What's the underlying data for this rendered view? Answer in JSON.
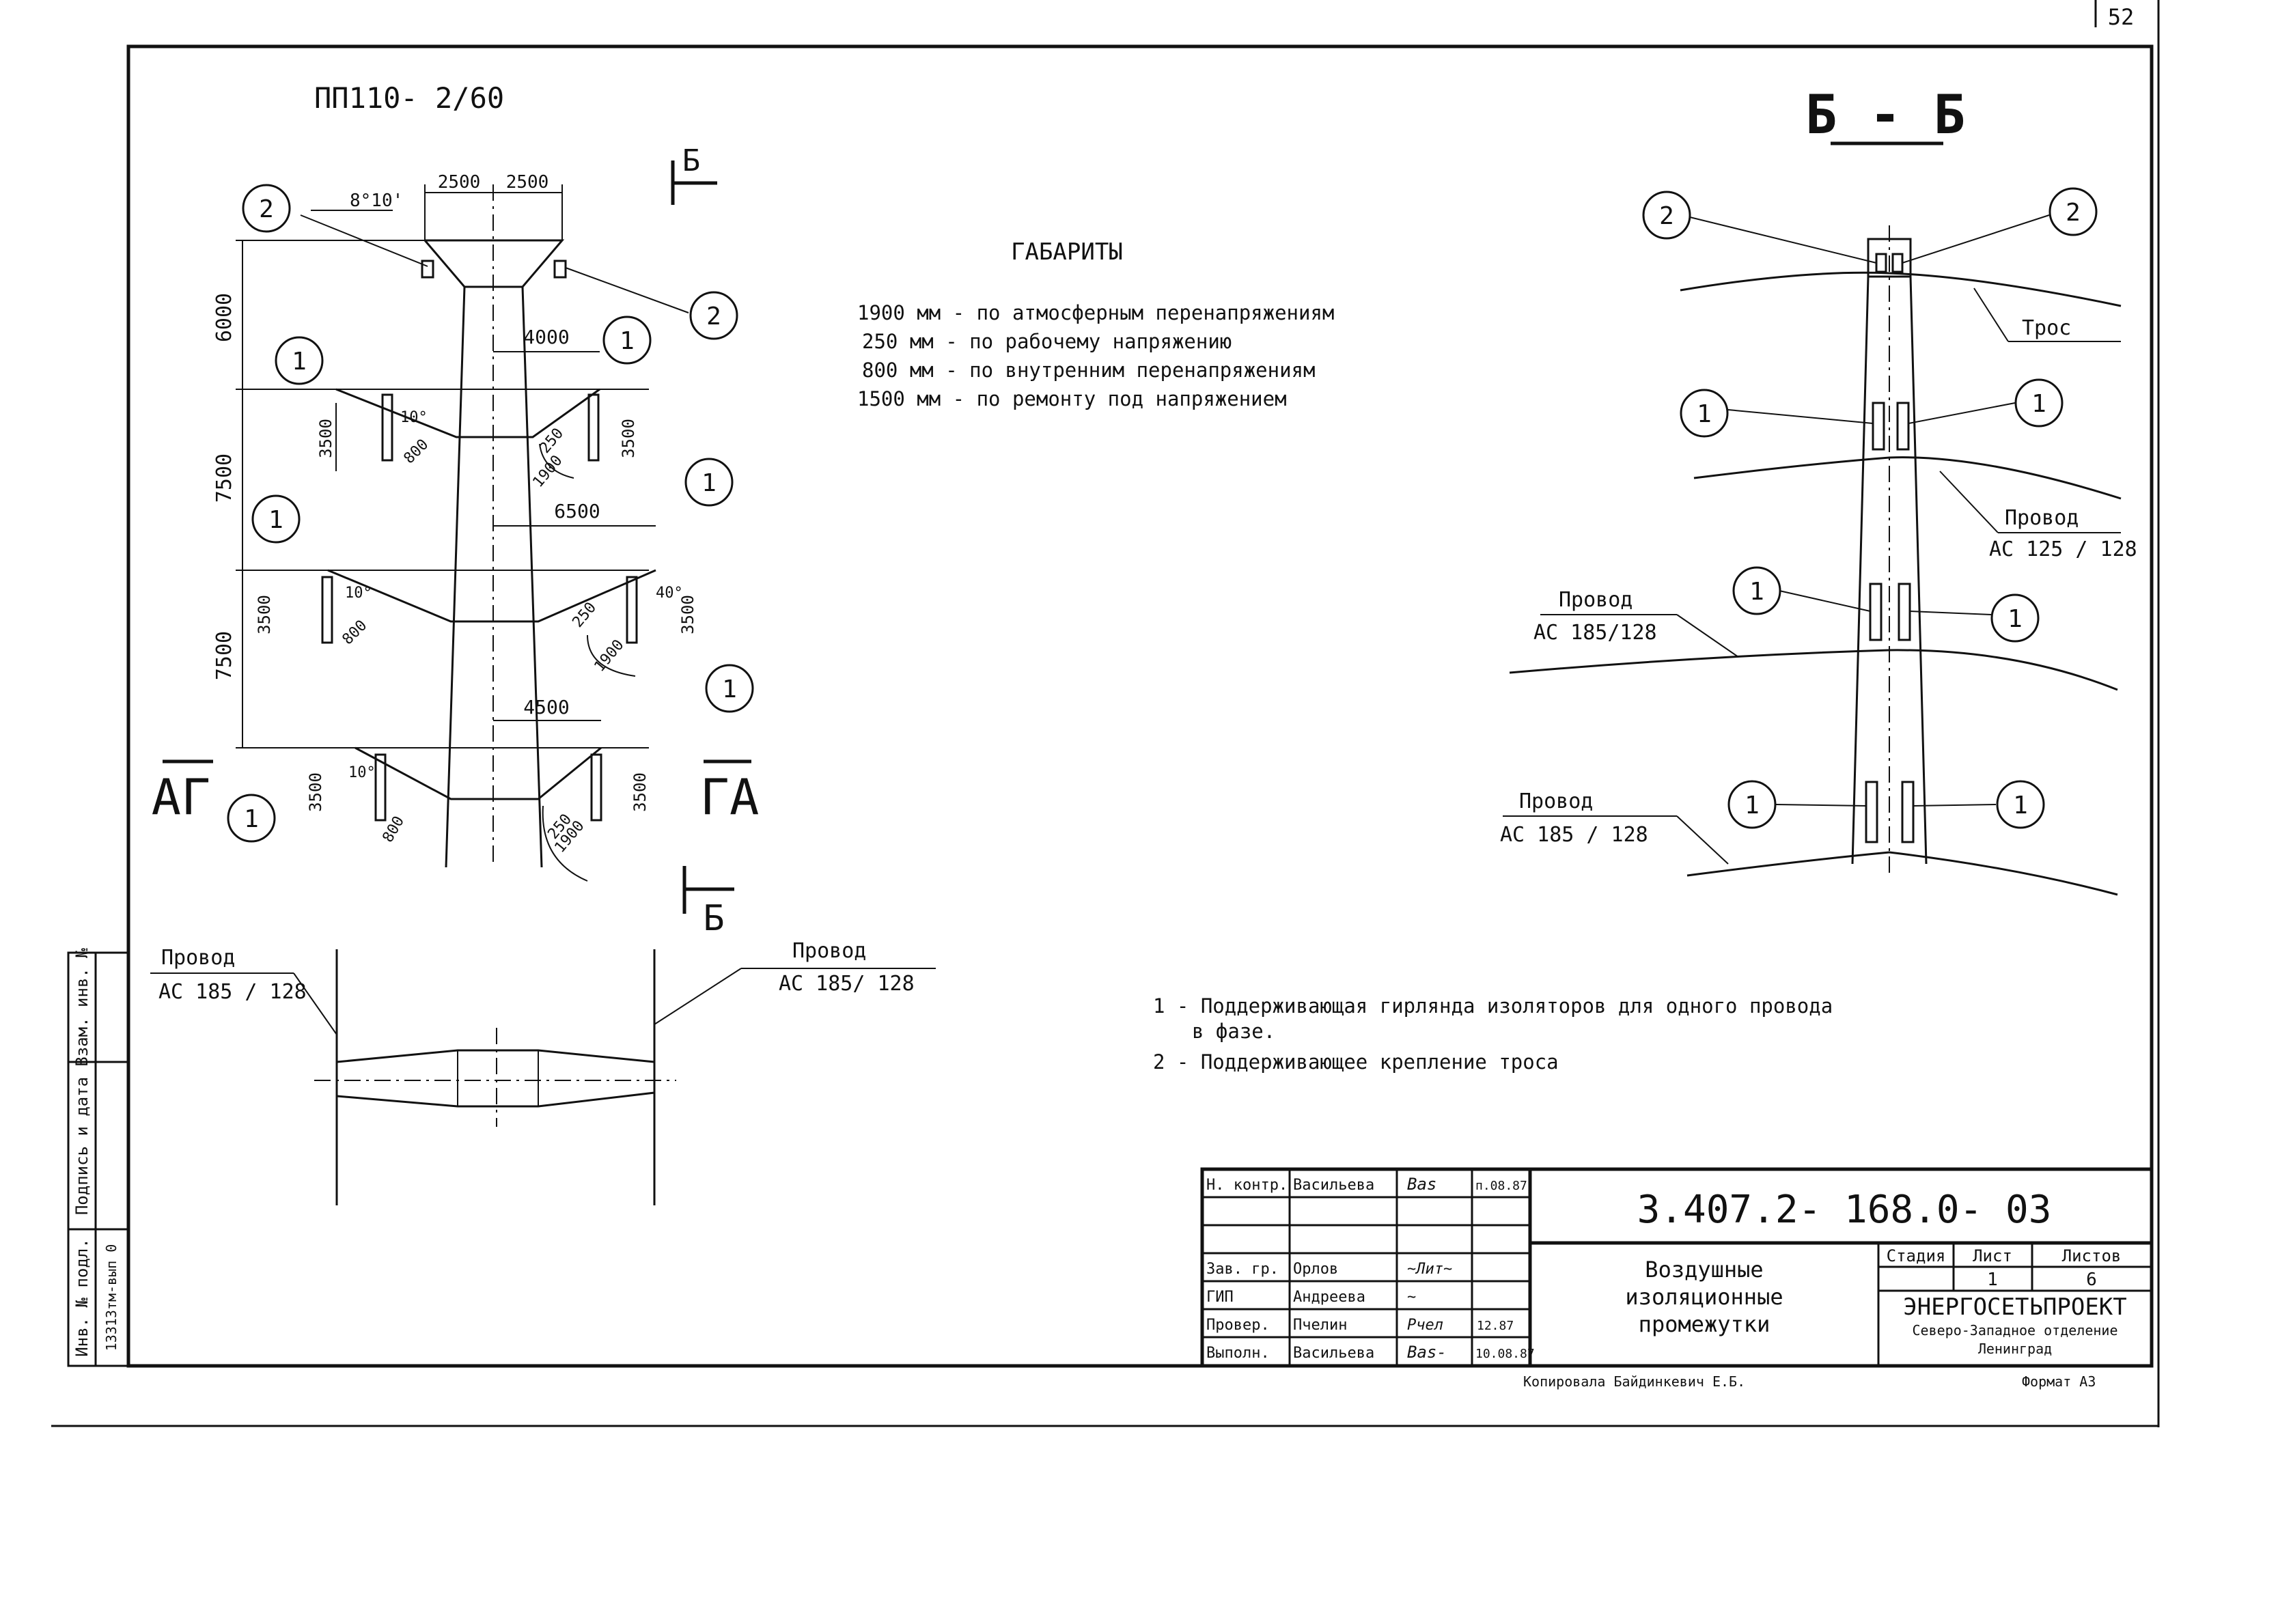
{
  "sheet": {
    "page_number": "52",
    "tower_title": "ПП110- 2/60",
    "section_title": "Б - Б",
    "section_marker": "Б",
    "view_marks": {
      "left": "АГ",
      "right": "ГА"
    }
  },
  "tower": {
    "dimensions": {
      "top_half_left": "2500",
      "top_half_right": "2500",
      "angle": "8°10'",
      "h1": "6000",
      "h2": "7500",
      "h3": "7500",
      "arm1": "4000",
      "arm2": "6500",
      "arm3": "4500",
      "string_len": "3500",
      "clear_800": "800",
      "clear_250": "250",
      "clear_1900": "1900",
      "swing": "10°",
      "swing_alt": "40°"
    },
    "callouts": [
      "1",
      "2"
    ]
  },
  "clearances": {
    "heading": "ГАБАРИТЫ",
    "lines": [
      "1900 мм - по атмосферным перенапряжениям",
      "250 мм - по рабочему напряжению",
      "800 мм - по внутренним перенапряжениям",
      "1500 мм - по ремонту под напряжением"
    ]
  },
  "plan_view": {
    "left_label": "Провод",
    "left_type": "АС 185 / 128",
    "right_label": "Провод",
    "right_type": "АС 185/ 128"
  },
  "section_bb": {
    "cable_label": "Трос",
    "wire1_label": "Провод",
    "wire1_type": "АС 125 / 128",
    "wire2_label": "Провод",
    "wire2_type": "АС 185/128",
    "wire3_label": "Провод",
    "wire3_type": "АС 185 / 128"
  },
  "legend": {
    "item1_line1": "1 - Поддерживающая гирлянда изоляторов для одного провода",
    "item1_line2": "в фазе.",
    "item2": "2 - Поддерживающее крепление троса"
  },
  "side_stamp": {
    "cells": [
      "Инв. № подл.",
      "Подпись и дата",
      "Взам. инв. №"
    ],
    "sub": "13313тм-вып 0"
  },
  "title_block": {
    "doc_code": "3.407.2- 168.0- 03",
    "title": [
      "Воздушные",
      "изоляционные",
      "промежутки"
    ],
    "stage_header": "Стадия",
    "sheet_header": "Лист",
    "sheets_header": "Листов",
    "sheet_value": "1",
    "sheets_value": "6",
    "org": "ЭНЕРГОСЕТЬПРОЕКТ",
    "org_sub": "Северо-Западное отделение",
    "city": "Ленинград",
    "rows": [
      {
        "role": "Н. контр.",
        "name": "Васильева",
        "sign": "Bas",
        "date": "п.08.87"
      },
      {
        "role": "",
        "name": "",
        "sign": "",
        "date": ""
      },
      {
        "role": "",
        "name": "",
        "sign": "",
        "date": ""
      },
      {
        "role": "Зав. гр.",
        "name": "Орлов",
        "sign": "~Лит~",
        "date": ""
      },
      {
        "role": "ГИП",
        "name": "Андреева",
        "sign": "~",
        "date": ""
      },
      {
        "role": "Провер.",
        "name": "Пчелин",
        "sign": "Рчел",
        "date": "12.87"
      },
      {
        "role": "Выполн.",
        "name": "Васильева",
        "sign": "Bas-",
        "date": "10.08.87"
      }
    ],
    "copied": "Копировала  Байдинкевич  Е.Б.",
    "format": "Формат А3"
  }
}
